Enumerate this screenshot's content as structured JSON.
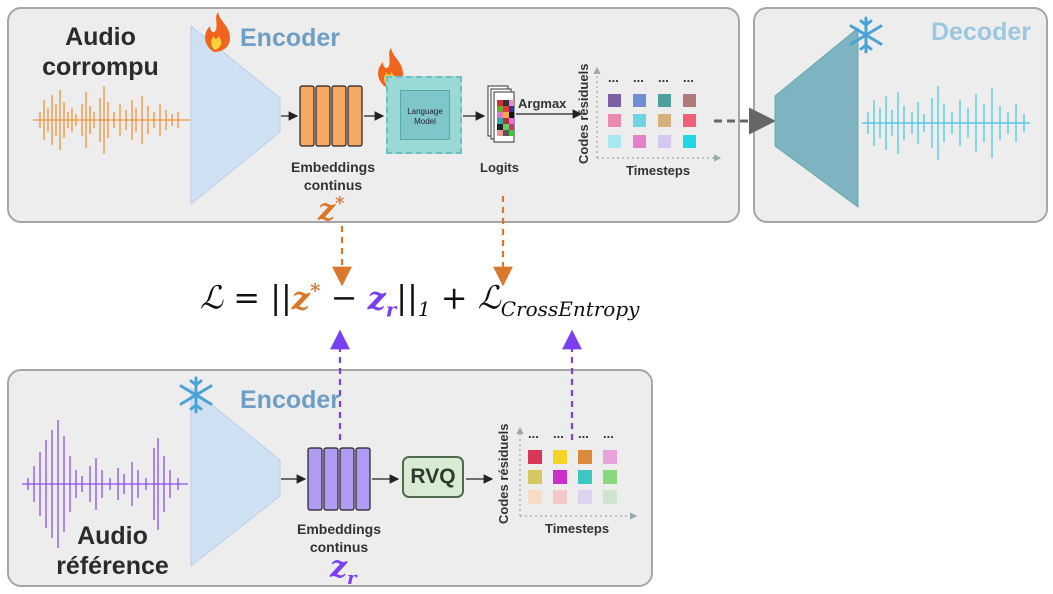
{
  "top": {
    "input_title_line1": "Audio",
    "input_title_line2": "corrompu",
    "encoder_label": "Encoder",
    "decoder_label": "Decoder",
    "embeddings_line1": "Embeddings",
    "embeddings_line2": "continus",
    "var_label": "z*",
    "language_model_line1": "Language",
    "language_model_line2": "Model",
    "logits_label": "Logits",
    "argmax_label": "Argmax",
    "codes_axis_label": "Codes résiduels",
    "timesteps_label": "Timesteps",
    "ellipsis": "..."
  },
  "bottom": {
    "input_title_line1": "Audio",
    "input_title_line2": "référence",
    "encoder_label": "Encoder",
    "embeddings_line1": "Embeddings",
    "embeddings_line2": "continus",
    "var_label": "zr",
    "rvq_label": "RVQ",
    "codes_axis_label": "Codes résiduels",
    "timesteps_label": "Timesteps",
    "ellipsis": "..."
  },
  "formula": {
    "loss_symbol": "ℒ",
    "equals": " = ||",
    "z_star": "z*",
    "minus": " − ",
    "z_r": "z",
    "z_r_sub": "r",
    "norm_close": "||",
    "norm_sub": "1",
    "plus": " + ℒ",
    "ce_sub": "CrossEntropy"
  },
  "colors": {
    "orange": "#f08a24",
    "purple": "#7b3ff2",
    "teal": "#4fb3bf",
    "cyan_wave": "#3ec3e8",
    "encoder_fill": "#cfe0f3",
    "decoder_fill": "#7eb3c2"
  },
  "icons": [
    "fire-icon",
    "snowflake-icon"
  ]
}
